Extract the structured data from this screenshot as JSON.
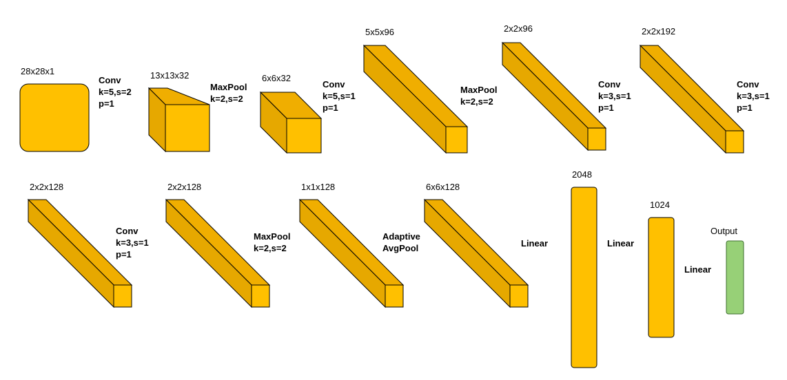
{
  "layers": [
    {
      "id": "input",
      "shape": "square",
      "size_label": "28x28x1"
    },
    {
      "id": "conv1-out",
      "shape": "cube",
      "size_label": "13x13x32"
    },
    {
      "id": "pool1-out",
      "shape": "box",
      "size_label": "6x6x32"
    },
    {
      "id": "conv2-out",
      "shape": "bar",
      "size_label": "5x5x96"
    },
    {
      "id": "pool2-out",
      "shape": "bar",
      "size_label": "2x2x96"
    },
    {
      "id": "conv3-out",
      "shape": "bar",
      "size_label": "2x2x192"
    },
    {
      "id": "conv4-out",
      "shape": "bar",
      "size_label": "2x2x128"
    },
    {
      "id": "conv5-out",
      "shape": "bar",
      "size_label": "2x2x128"
    },
    {
      "id": "pool3-out",
      "shape": "bar",
      "size_label": "1x1x128"
    },
    {
      "id": "avgpool-out",
      "shape": "bar",
      "size_label": "6x6x128"
    },
    {
      "id": "fc1",
      "shape": "vector",
      "size_label": "2048"
    },
    {
      "id": "fc2",
      "shape": "vector",
      "size_label": "1024"
    },
    {
      "id": "output",
      "shape": "vector",
      "size_label": "Output",
      "color": "#97D077"
    }
  ],
  "operations": [
    {
      "id": "conv1",
      "lines": [
        "Conv",
        "k=5,s=2",
        "p=1"
      ]
    },
    {
      "id": "pool1",
      "lines": [
        "MaxPool",
        "k=2,s=2"
      ]
    },
    {
      "id": "conv2",
      "lines": [
        "Conv",
        "k=5,s=1",
        "p=1"
      ]
    },
    {
      "id": "pool2",
      "lines": [
        "MaxPool",
        "k=2,s=2"
      ]
    },
    {
      "id": "conv3",
      "lines": [
        "Conv",
        "k=3,s=1",
        "p=1"
      ]
    },
    {
      "id": "conv4",
      "lines": [
        "Conv",
        "k=3,s=1",
        "p=1"
      ]
    },
    {
      "id": "conv5",
      "lines": [
        "Conv",
        "k=3,s=1",
        "p=1"
      ]
    },
    {
      "id": "pool3",
      "lines": [
        "MaxPool",
        "k=2,s=2"
      ]
    },
    {
      "id": "avgpool",
      "lines": [
        "Adaptive",
        "AvgPool"
      ]
    },
    {
      "id": "linear1",
      "lines": [
        "Linear"
      ]
    },
    {
      "id": "linear2",
      "lines": [
        "Linear"
      ]
    },
    {
      "id": "linear3",
      "lines": [
        "Linear"
      ]
    }
  ],
  "colors": {
    "layer_fill": "#FFC000",
    "layer_top": "#F0AE00",
    "layer_side": "#E6A800",
    "output_fill": "#97D077"
  }
}
